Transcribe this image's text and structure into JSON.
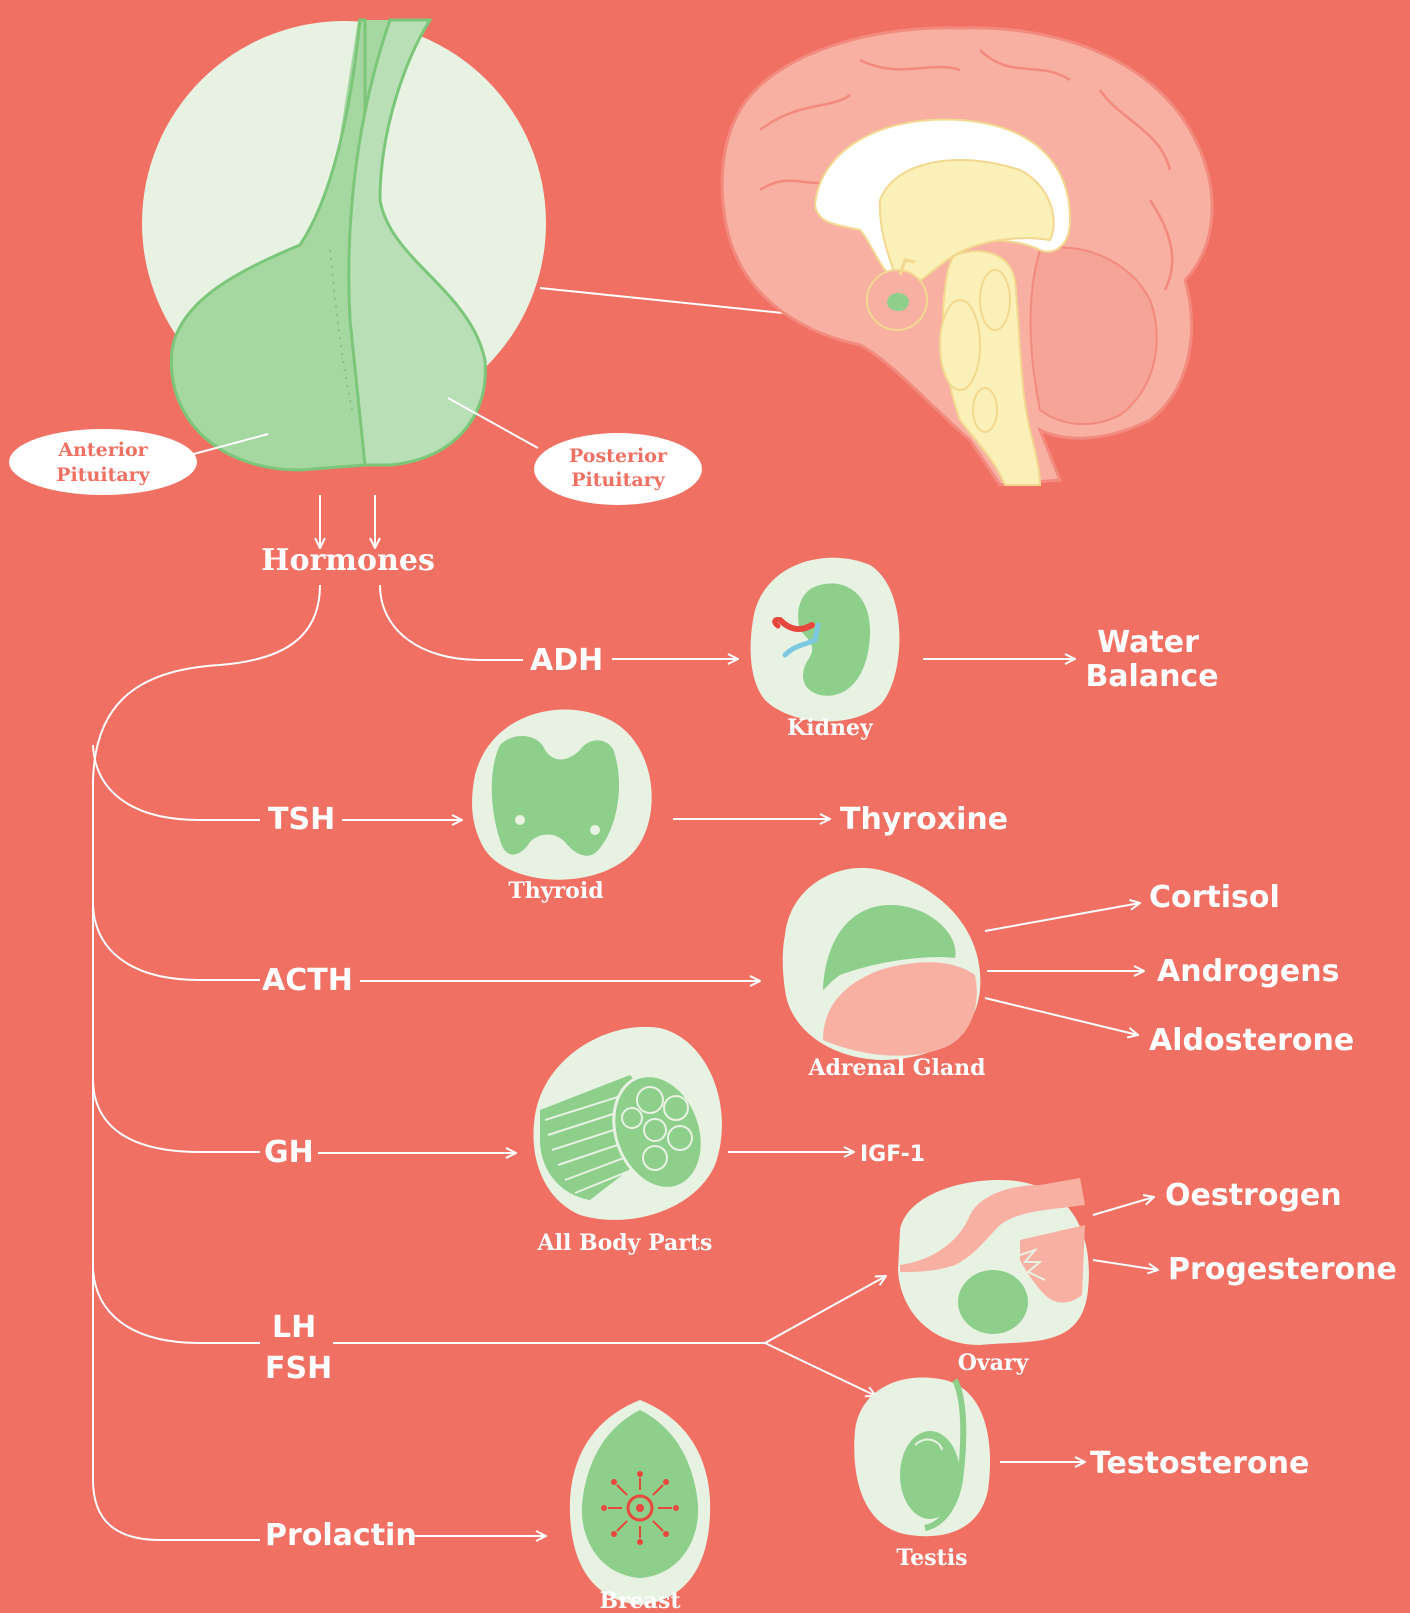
{
  "pituitary": {
    "anterior_label": [
      "Anterior",
      "Pituitary"
    ],
    "posterior_label": [
      "Posterior",
      "Pituitary"
    ],
    "hormones_label": "Hormones"
  },
  "hormones": {
    "adh": "ADH",
    "tsh": "TSH",
    "acth": "ACTH",
    "gh": "GH",
    "lh": "LH",
    "fsh": "FSH",
    "prolactin": "Prolactin"
  },
  "organs": {
    "kidney": "Kidney",
    "thyroid": "Thyroid",
    "adrenal": "Adrenal Gland",
    "body": "All Body Parts",
    "ovary": "Ovary",
    "testis": "Testis",
    "breast": "Breast"
  },
  "outputs": {
    "water_balance": [
      "Water",
      "Balance"
    ],
    "thyroxine": "Thyroxine",
    "cortisol": "Cortisol",
    "androgens": "Androgens",
    "aldosterone": "Aldosterone",
    "igf1": "IGF-1",
    "oestrogen": "Oestrogen",
    "progesterone": "Progesterone",
    "testosterone": "Testosterone"
  },
  "colors": {
    "background": "#F07063",
    "organ_bg": "#E8F2E3",
    "organ_green": "#8ECF8C",
    "organ_pink": "#F7B0A2",
    "brain_pink": "#F7B0A2",
    "brain_yellow": "#FAF0B8"
  }
}
